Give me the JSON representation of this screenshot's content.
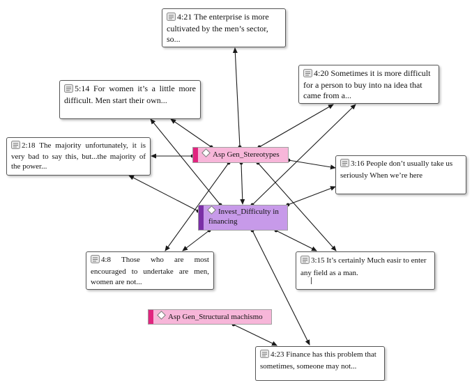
{
  "quotes": {
    "q421": {
      "text": "4:21 The enterprise is more cultivated by the men’s sector, so..."
    },
    "q420": {
      "text": "4:20 Sometimes it is more difficult for a person to buy into na idea that came from a..."
    },
    "q514": {
      "text": "5:14 For women it’s a little more difficult. Men start their own..."
    },
    "q218": {
      "text": "2:18 The majority unfortunately, it is very bad to say this, but...the majority of the power..."
    },
    "q316": {
      "text": "3:16 People don’t usually take us seriously When we’re here"
    },
    "q48": {
      "text": "4:8 Those who are most encouraged to undertake are men, women are not..."
    },
    "q315": {
      "text": "3:15 It’s certainly Much easir to enter any field as a man."
    },
    "q423": {
      "text": "4:23 Finance has this problem that sometimes, someone may not..."
    }
  },
  "codes": {
    "stereotypes": {
      "label": "Asp Gen_Stereotypes",
      "color": "#f7b6d9"
    },
    "invest": {
      "label": "Invest_Difficulty in financing",
      "color": "#c79ae9"
    },
    "machismo": {
      "label": "Asp Gen_Structural machismo",
      "color": "#f7b6d9"
    }
  },
  "links": [
    {
      "from": "stereotypes",
      "to": "q421"
    },
    {
      "from": "stereotypes",
      "to": "q420"
    },
    {
      "from": "stereotypes",
      "to": "q514"
    },
    {
      "from": "stereotypes",
      "to": "q218"
    },
    {
      "from": "stereotypes",
      "to": "q316"
    },
    {
      "from": "stereotypes",
      "to": "q48"
    },
    {
      "from": "stereotypes",
      "to": "q315"
    },
    {
      "from": "stereotypes",
      "to": "invest"
    },
    {
      "from": "invest",
      "to": "q420"
    },
    {
      "from": "invest",
      "to": "q514"
    },
    {
      "from": "invest",
      "to": "q218"
    },
    {
      "from": "invest",
      "to": "q316"
    },
    {
      "from": "invest",
      "to": "q48"
    },
    {
      "from": "invest",
      "to": "q315"
    },
    {
      "from": "invest",
      "to": "q423"
    },
    {
      "from": "machismo",
      "to": "q423"
    }
  ]
}
